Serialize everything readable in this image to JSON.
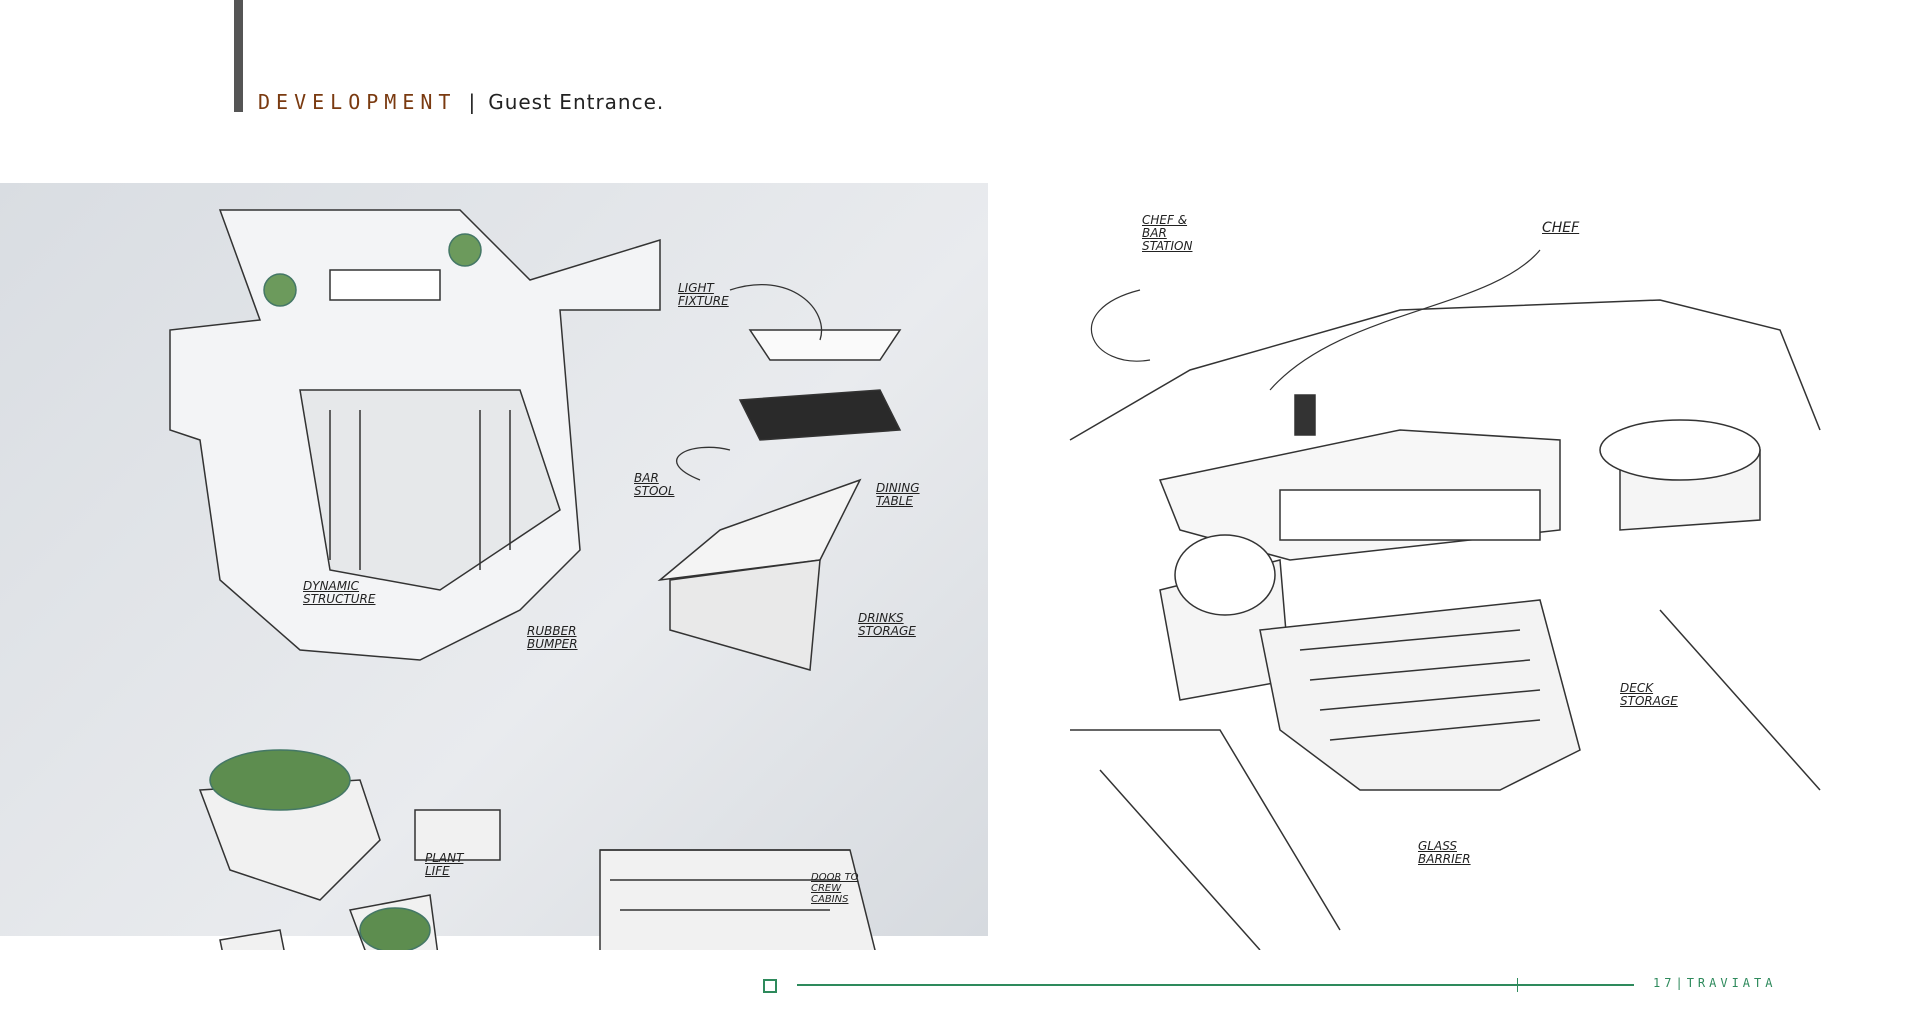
{
  "header": {
    "section": "DEVELOPMENT",
    "separator": "|",
    "subtitle": "Guest Entrance."
  },
  "left_sketch": {
    "labels": [
      "Light Fixture",
      "Bar Stool",
      "Dining Table",
      "Dynamic Structure",
      "Rubber Bumper",
      "Drinks Storage",
      "Plant Life",
      "Door to Crew Cabins"
    ]
  },
  "right_sketch": {
    "labels": [
      "Chef & Bar Station",
      "Chef",
      "Deck Storage",
      "Glass Barrier"
    ]
  },
  "footer": {
    "page": "17",
    "separator": "|",
    "brand": "TRAVIATA",
    "accent": "#2e8a5c"
  },
  "colors": {
    "section": "#7a3a10",
    "panel": "#e2e5e9"
  }
}
